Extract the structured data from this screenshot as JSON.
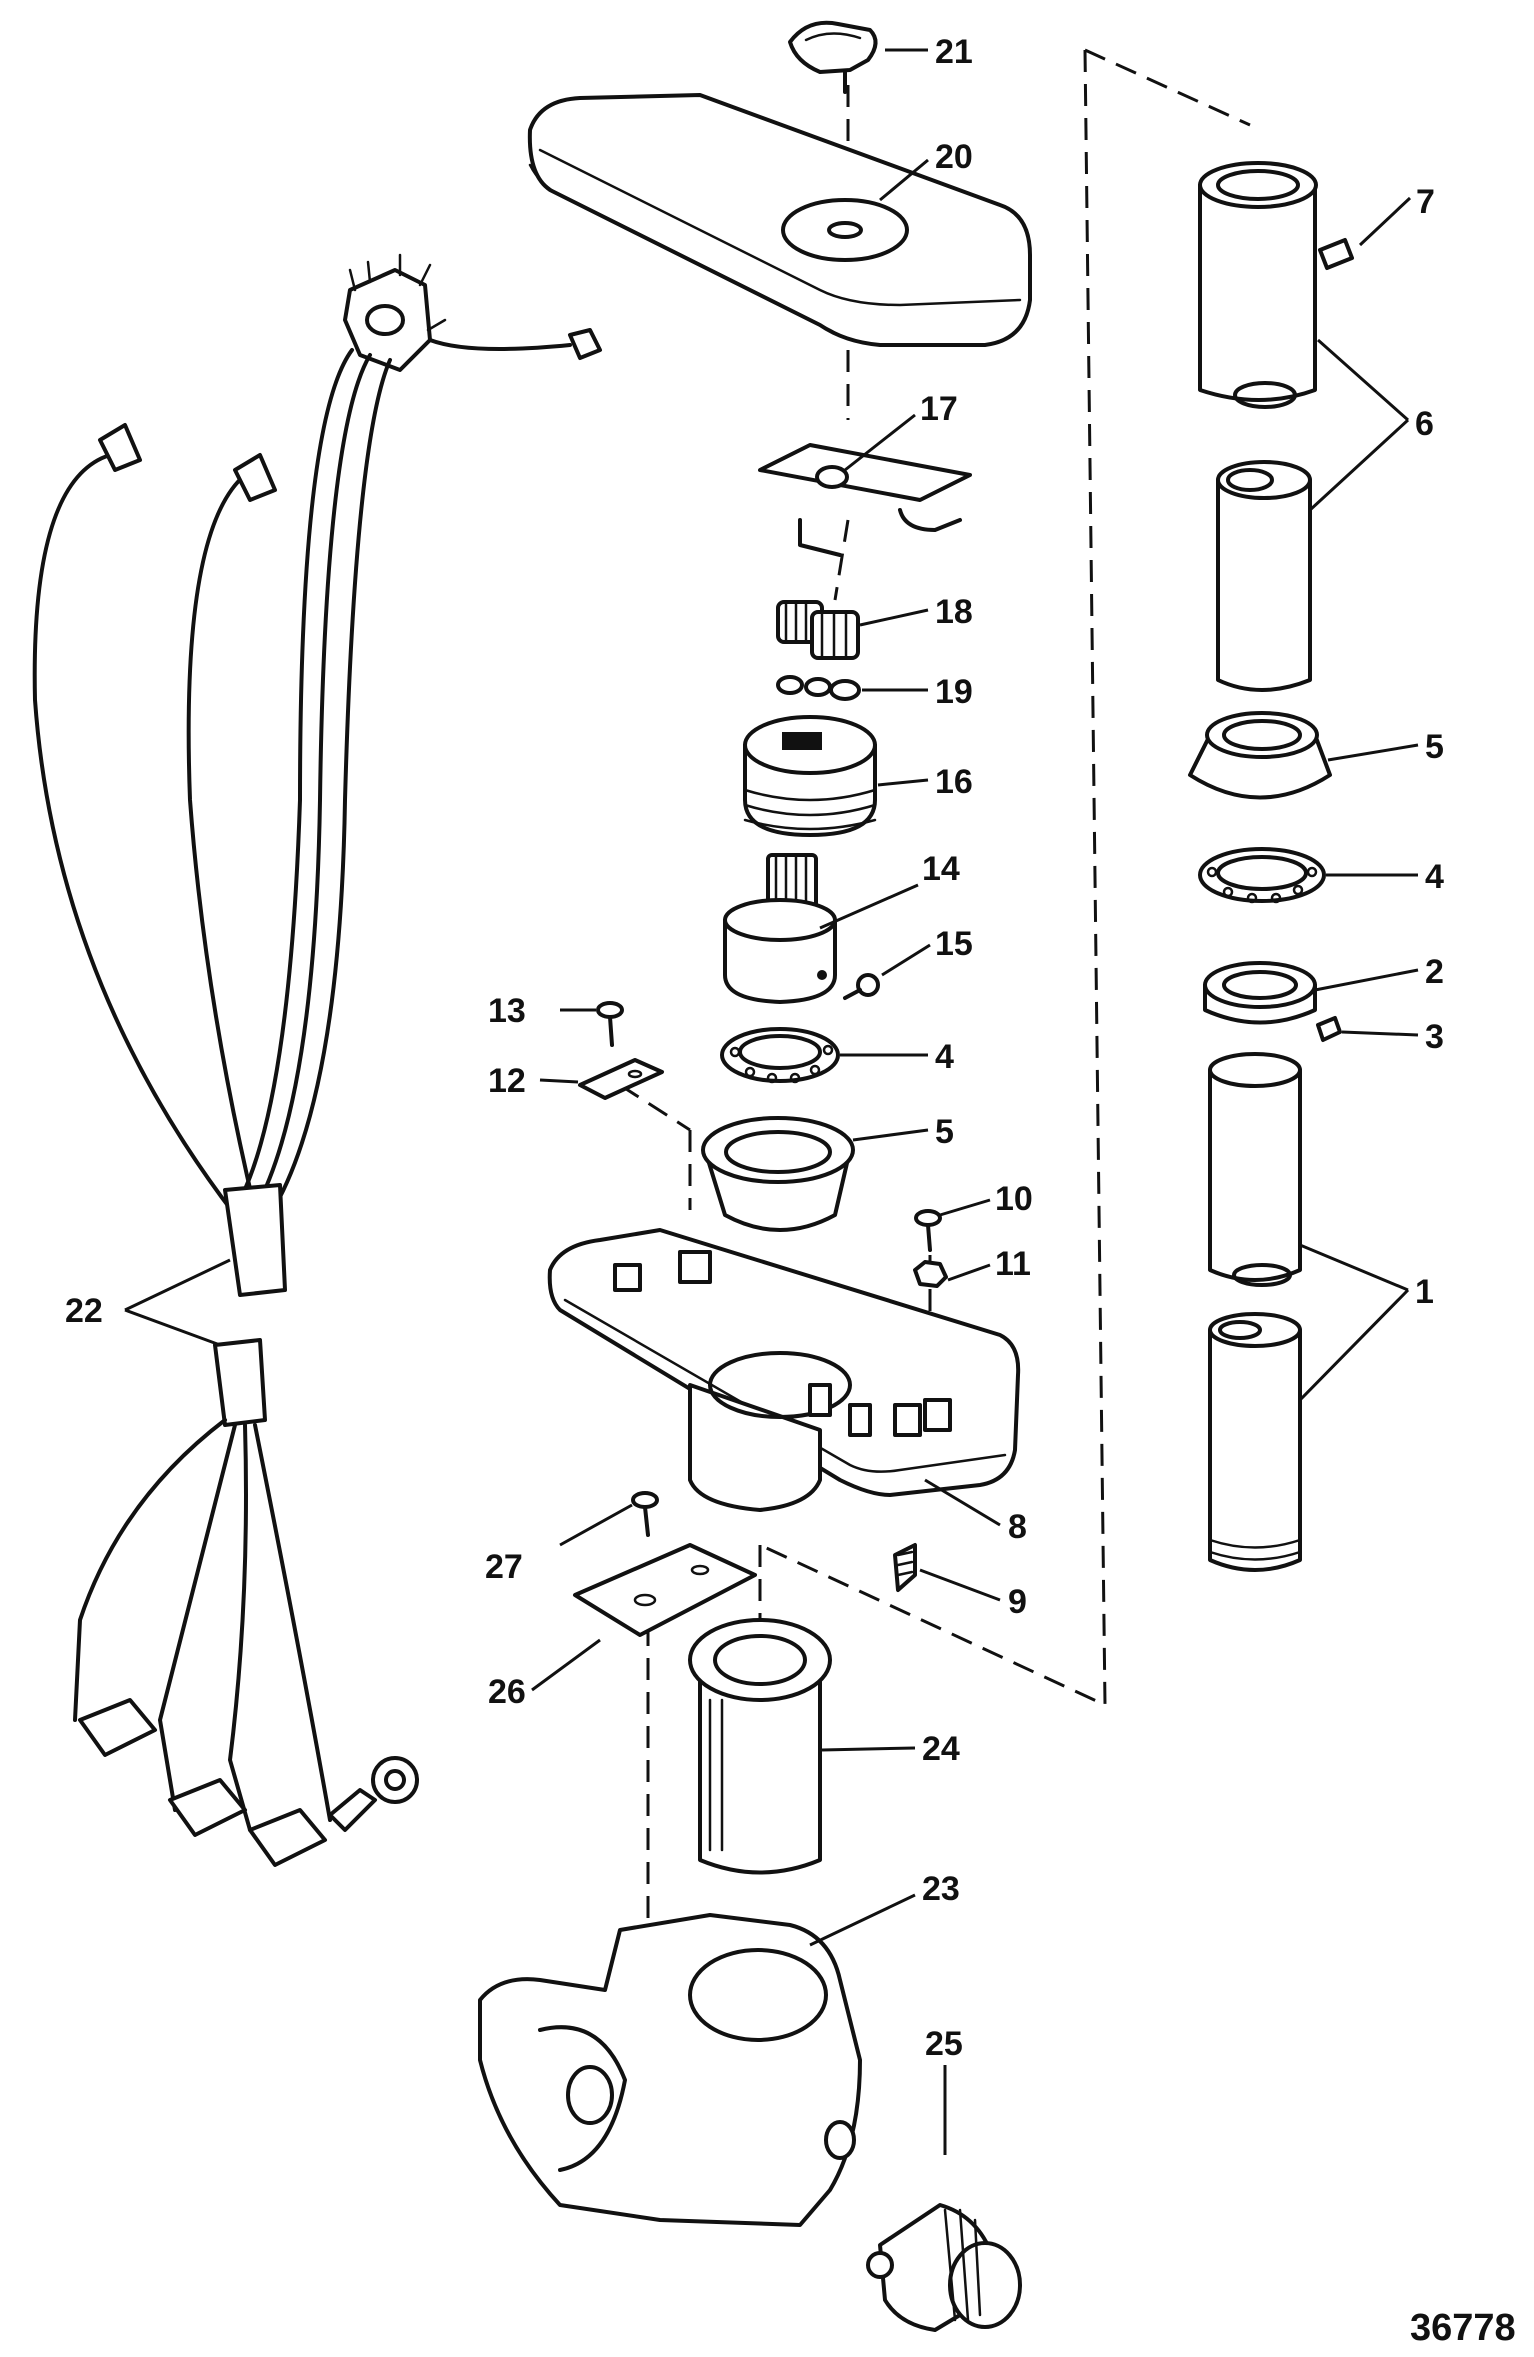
{
  "figure_number": "36778",
  "callouts": {
    "c21": "21",
    "c20": "20",
    "c7": "7",
    "c6": "6",
    "c17": "17",
    "c18": "18",
    "c19": "19",
    "c16": "16",
    "c14": "14",
    "c15": "15",
    "c5a": "5",
    "c4a": "4",
    "c2": "2",
    "c3": "3",
    "c13": "13",
    "c12": "12",
    "c4b": "4",
    "c5b": "5",
    "c10": "10",
    "c11": "11",
    "c1": "1",
    "c22": "22",
    "c8": "8",
    "c9": "9",
    "c27": "27",
    "c26": "26",
    "c24": "24",
    "c23": "23",
    "c25": "25"
  }
}
